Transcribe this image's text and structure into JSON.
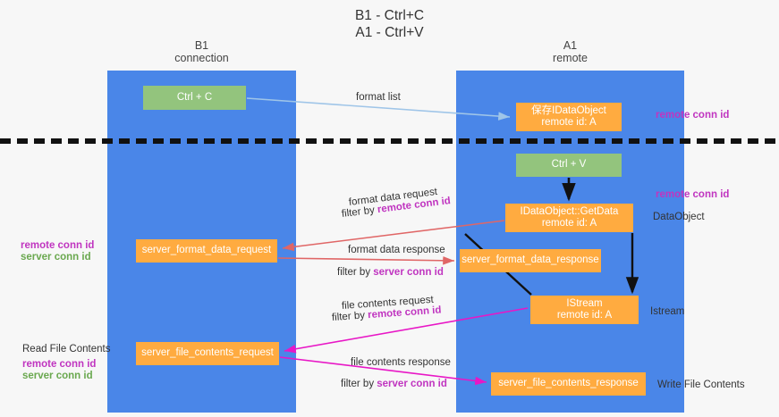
{
  "title": {
    "line1": "B1 - Ctrl+C",
    "line2": "A1 - Ctrl+V"
  },
  "colors": {
    "lane": "#4a86e8",
    "green_box": "#93c47d",
    "orange_box": "#ffab40",
    "remote_conn_id": "#c035c0",
    "server_conn_id": "#6aa84f",
    "arrow_format_list": "#9fc5e8",
    "arrow_format_data": "#e06666",
    "arrow_file_contents": "#e817c6",
    "arrow_internal": "#000000",
    "divider": "#000000",
    "background": "#f7f7f7"
  },
  "lanes": [
    {
      "id": "b1",
      "name": "B1",
      "role": "connection"
    },
    {
      "id": "a1",
      "name": "A1",
      "role": "remote"
    }
  ],
  "boxes": {
    "ctrl_c": {
      "label": "Ctrl + C",
      "kind": "green"
    },
    "idataobject": {
      "line1": "保存IDataObject",
      "line2": "remote id: A",
      "kind": "orange"
    },
    "ctrl_v": {
      "label": "Ctrl + V",
      "kind": "green"
    },
    "getdata": {
      "line1": "IDataObject::GetData",
      "line2": "remote id: A",
      "kind": "orange"
    },
    "server_format_data_request": {
      "label": "server_format_data_request",
      "kind": "orange"
    },
    "server_format_data_response": {
      "label": "server_format_data_response",
      "kind": "orange"
    },
    "istream": {
      "line1": "IStream",
      "line2": "remote id: A",
      "kind": "orange"
    },
    "server_file_contents_request": {
      "label": "server_file_contents_request",
      "kind": "orange"
    },
    "server_file_contents_response": {
      "label": "server_file_contents_response",
      "kind": "orange"
    }
  },
  "flow_labels": {
    "format_list": "format list",
    "format_data_request": "format data request",
    "format_data_request_filter_prefix": "filter by ",
    "format_data_request_filter_key": "remote conn id",
    "format_data_response": "format data response",
    "format_data_response_filter_prefix": "filter by ",
    "format_data_response_filter_key": "server conn id",
    "file_contents_request": "file contents request",
    "file_contents_request_filter_prefix": "filter by ",
    "file_contents_request_filter_key": "remote conn id",
    "file_contents_response": "file contents response",
    "file_contents_response_filter_prefix": "filter by ",
    "file_contents_response_filter_key": "server conn id"
  },
  "right_annotations": {
    "remote_conn_id_top": "remote conn id",
    "remote_conn_id_mid": "remote conn id",
    "dataobject": "DataObject",
    "istream": "Istream",
    "write_file_contents": "Write File Contents"
  },
  "left_annotations": {
    "remote_conn_id_1": "remote conn id",
    "server_conn_id_1": "server conn id",
    "read_file_contents": "Read File Contents",
    "remote_conn_id_2": "remote conn id",
    "server_conn_id_2": "server conn id"
  }
}
